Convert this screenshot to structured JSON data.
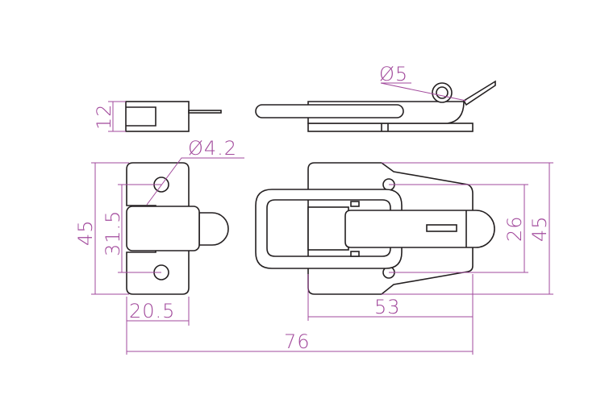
{
  "dimensions": {
    "catch_thickness": "12",
    "hole_diameter": "Ø4.2",
    "catch_height": "45",
    "catch_hole_spacing": "31.5",
    "catch_width": "20.5",
    "pin_diameter": "Ø5",
    "latch_hole_spacing": "26",
    "latch_height": "45",
    "latch_width": "53",
    "overall_length": "76"
  },
  "colors": {
    "outline": "#231f20",
    "dimension": "#a24a9c"
  }
}
